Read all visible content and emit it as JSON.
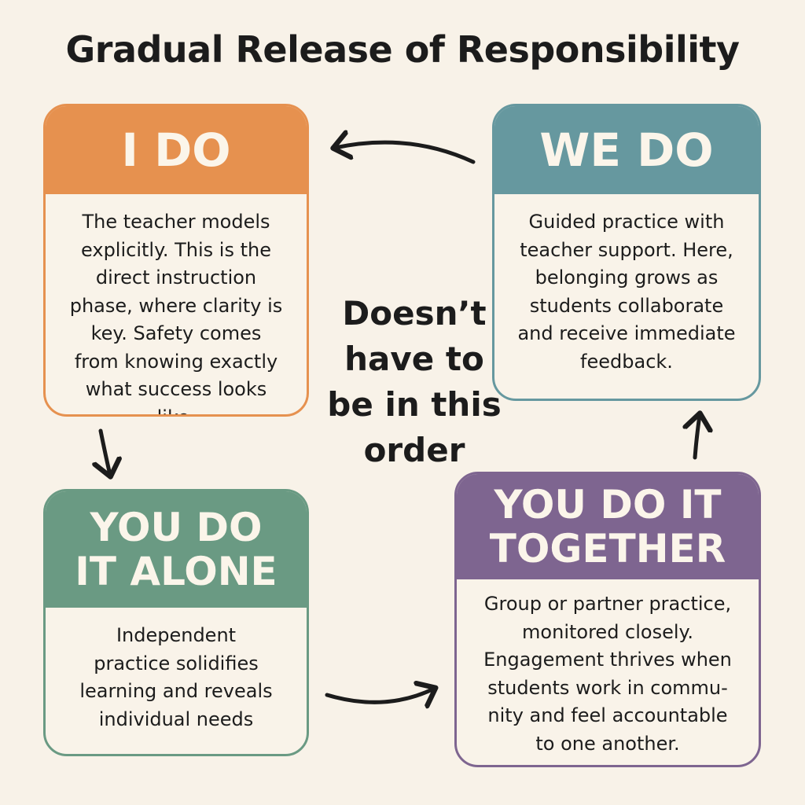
{
  "title": "Gradual Release of Responsibility",
  "center_note": "Doesn’t have to be in this order",
  "colors": {
    "i_do": "#e6914f",
    "we_do": "#66989f",
    "you_alone": "#6a9a83",
    "you_together": "#7e6590",
    "background": "#f8f2e8"
  },
  "cards": {
    "i_do": {
      "heading": "I DO",
      "text": "The teacher models explicitly. This is the direct instruction phase, where clarity is key. Safety comes from knowing exactly what success looks like."
    },
    "we_do": {
      "heading": "WE DO",
      "text": "Guided practice with teacher support. Here, belonging grows as students collaborate and receive immediate feedback."
    },
    "you_alone": {
      "heading": "YOU DO IT ALONE",
      "text": "Independent practice solidifies learning and reveals individual needs"
    },
    "you_together": {
      "heading": "YOU DO IT TOGETHER",
      "text": "Group or partner practice, monitored closely. Engagement thrives when students work in commu-nity and feel accountable to one another."
    }
  }
}
